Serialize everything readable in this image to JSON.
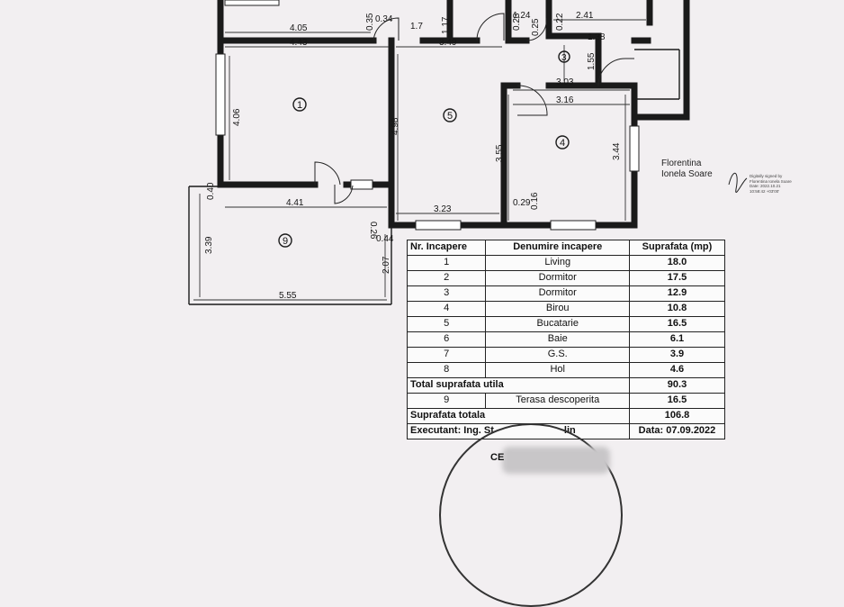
{
  "plan": {
    "dimensions": {
      "d_405": "4.05",
      "d_443": "4.43",
      "d_035": "0.35",
      "d_034": "0.34",
      "d_17": "1.7",
      "d_117": "1.17",
      "d_349": "3.49",
      "d_124": "1.24",
      "d_023a": "0.23",
      "d_022": "0.22",
      "d_025": "0.25",
      "d_241": "2.41",
      "d_138": "1.38",
      "d_155": "1.55",
      "d_303": "3.03",
      "d_316": "3.16",
      "d_406": "4.06",
      "d_498": "4.98",
      "d_355": "3.55",
      "d_344": "3.44",
      "d_040": "0.40",
      "d_441": "4.41",
      "d_323": "3.23",
      "d_029": "0.29",
      "d_016": "0.16",
      "d_026": "0.26",
      "d_044": "0.44",
      "d_339": "3.39",
      "d_207": "2.07",
      "d_555": "5.55"
    },
    "rooms": [
      "1",
      "5",
      "4",
      "3",
      "9"
    ]
  },
  "signature": {
    "name_line1": "Florentina",
    "name_line2": "Ionela Soare",
    "digital_line1": "Digitally signed by",
    "digital_line2": "Florentina Ionela Soare",
    "digital_line3": "Date: 2022.10.21",
    "digital_line4": "10:58:42 +03'00'"
  },
  "table": {
    "headers": [
      "Nr. Incapere",
      "Denumire incapere",
      "Suprafata (mp)"
    ],
    "rows": [
      {
        "nr": "1",
        "name": "Living",
        "area": "18.0"
      },
      {
        "nr": "2",
        "name": "Dormitor",
        "area": "17.5"
      },
      {
        "nr": "3",
        "name": "Dormitor",
        "area": "12.9"
      },
      {
        "nr": "4",
        "name": "Birou",
        "area": "10.8"
      },
      {
        "nr": "5",
        "name": "Bucatarie",
        "area": "16.5"
      },
      {
        "nr": "6",
        "name": "Baie",
        "area": "6.1"
      },
      {
        "nr": "7",
        "name": "G.S.",
        "area": "3.9"
      },
      {
        "nr": "8",
        "name": "Hol",
        "area": "4.6"
      }
    ],
    "total_util_label": "Total suprafata utila",
    "total_util_value": "90.3",
    "terrace": {
      "nr": "9",
      "name": "Terasa descoperita",
      "area": "16.5"
    },
    "total_label": "Suprafata totala",
    "total_value": "106.8",
    "executant_label": "Executant: Ing. St",
    "executant_tail": "lin",
    "date_label": "Data: 07.09.2022"
  },
  "stamp": {
    "ce": "CE"
  }
}
